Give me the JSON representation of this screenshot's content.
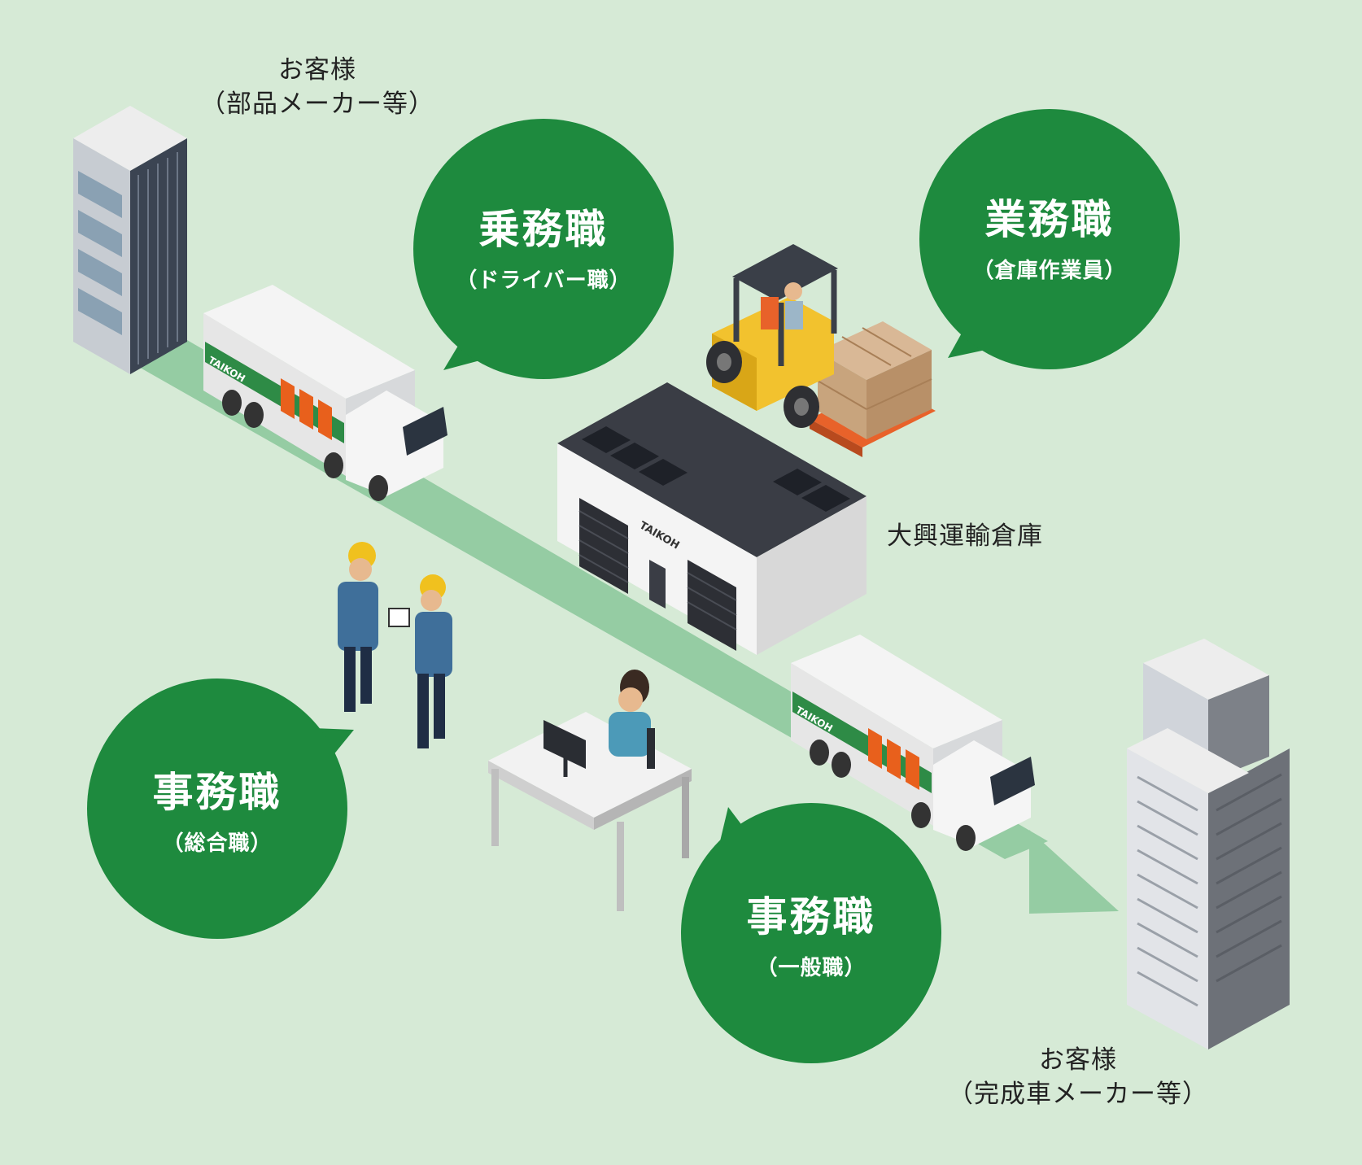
{
  "colors": {
    "background": "#d6ead6",
    "bubble": "#1e8a3e",
    "flow_arrow": "#95cca3",
    "truck_green": "#2e8b46",
    "truck_orange": "#e8601c"
  },
  "labels": {
    "customer_top_line1": "お客様",
    "customer_top_line2": "（部品メーカー等）",
    "warehouse": "大興運輸倉庫",
    "customer_bottom_line1": "お客様",
    "customer_bottom_line2": "（完成車メーカー等）"
  },
  "logo_text": "TAIKOH",
  "bubbles": {
    "driver": {
      "title": "乗務職",
      "subtitle": "（ドライバー職）"
    },
    "warehouse_staff": {
      "title": "業務職",
      "subtitle": "（倉庫作業員）"
    },
    "office_general": {
      "title": "事務職",
      "subtitle": "（総合職）"
    },
    "office_clerical": {
      "title": "事務職",
      "subtitle": "（一般職）"
    }
  }
}
